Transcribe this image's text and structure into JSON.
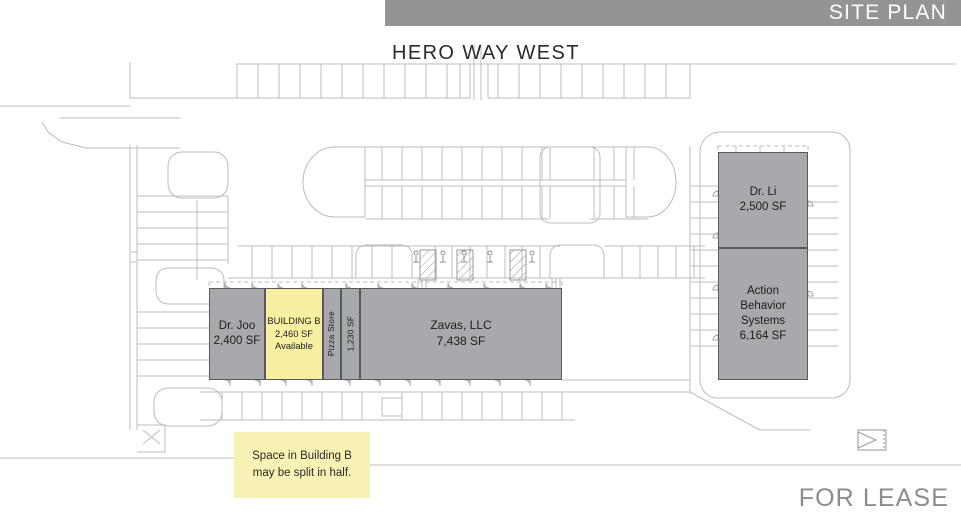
{
  "header": {
    "title": "SITE PLAN",
    "bar_color": "#949494"
  },
  "street": {
    "name": "HERO WAY WEST"
  },
  "footer": {
    "for_lease": "FOR LEASE",
    "color": "#8c8c8c"
  },
  "colors": {
    "leased_fill": "#a8a9ad",
    "available_fill": "#f8f0a0",
    "note_fill": "#f9f2b5",
    "outline": "#5a5a5a",
    "linework": "#b9b9b9"
  },
  "buildings": {
    "strip": [
      {
        "key": "dr-joo",
        "name": "Dr. Joo",
        "area": "2,400 SF",
        "status": "leased"
      },
      {
        "key": "building-b",
        "name": "BUILDING B",
        "area": "2,460 SF",
        "availability": "Available",
        "status": "available"
      },
      {
        "key": "pizza-store",
        "name": "Pizza Store",
        "status": "leased"
      },
      {
        "key": "unit-1230",
        "area": "1,230 SF",
        "status": "leased"
      },
      {
        "key": "zavas",
        "name": "Zavas, LLC",
        "area": "7,438 SF",
        "status": "leased"
      }
    ],
    "east": [
      {
        "key": "dr-li",
        "name": "Dr. Li",
        "area": "2,500 SF",
        "status": "leased"
      },
      {
        "key": "action-behavior-systems",
        "name_line1": "Action",
        "name_line2": "Behavior",
        "name_line3": "Systems",
        "area": "6,164 SF",
        "status": "leased"
      }
    ]
  },
  "note": {
    "line1": "Space in Building B",
    "line2": "may be split in half."
  }
}
